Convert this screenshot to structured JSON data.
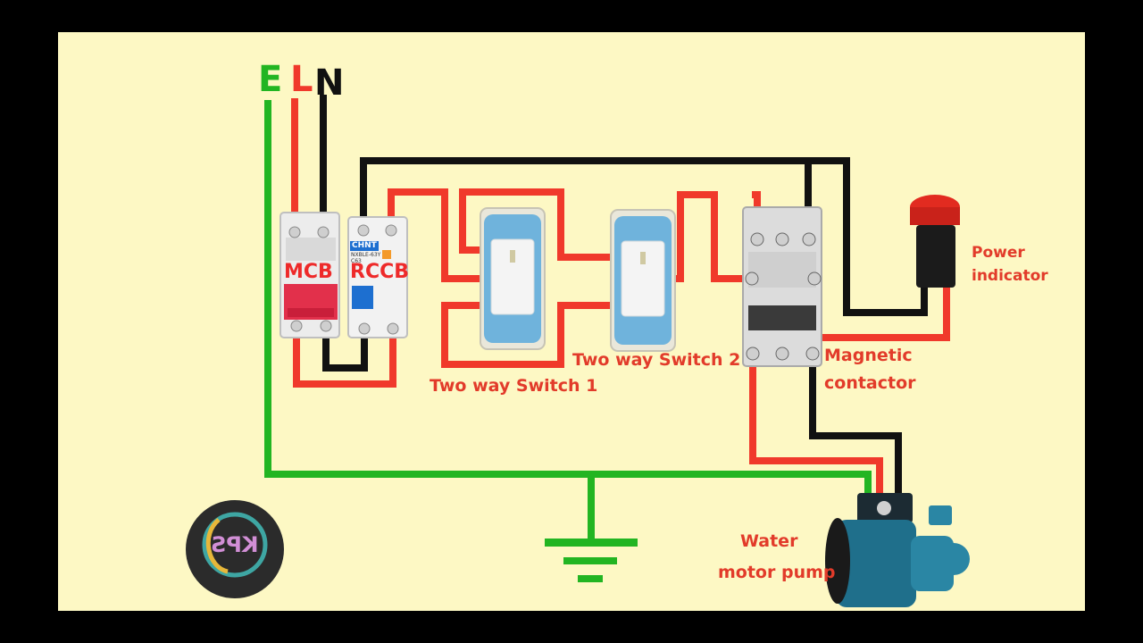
{
  "supply": {
    "earth": "E",
    "line": "L",
    "neutral": "N"
  },
  "devices": {
    "mcb": "MCB",
    "rccb": "RCCB",
    "rccb_brand": "CHNT",
    "rccb_model": "NXBLE-63Y",
    "rccb_rating": "C63",
    "switch1": "Two way Switch 1",
    "switch2": "Two way Switch 2",
    "contactor_line1": "Magnetic",
    "contactor_line2": "contactor",
    "indicator_line1": "Power",
    "indicator_line2": "indicator",
    "pump_line1": "Water",
    "pump_line2": "motor pump"
  },
  "logo": {
    "text": "KPS"
  },
  "colors": {
    "earth": "#22b522",
    "line": "#f0392b",
    "neutral": "#111111",
    "background": "#fdf8c4",
    "label": "#e23b2a",
    "pump": "#1f6f8b",
    "switch": "#6fb3dc"
  }
}
